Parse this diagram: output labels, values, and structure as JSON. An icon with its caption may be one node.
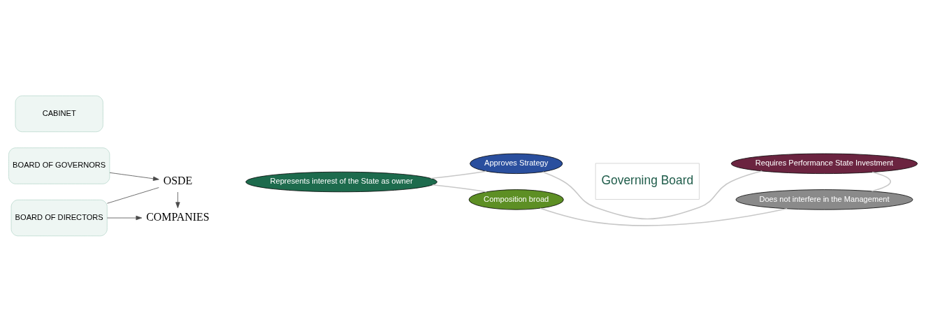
{
  "diagram": {
    "nodes": [
      {
        "text": [
          "CABINET"
        ]
      },
      {
        "text": [
          "BOARD OF GOVERNORS"
        ]
      },
      {
        "text": [
          "BOARD OF DIRECTORS"
        ]
      },
      {
        "text": [
          "OSDE"
        ]
      },
      {
        "text": [
          "COMPANIES"
        ]
      },
      {
        "text": [
          "Governing Board"
        ]
      },
      {
        "text": [
          "Approves Strategy"
        ]
      },
      {
        "text": [
          "Requires Performance State Investment"
        ]
      },
      {
        "text": [
          "Represents interest of the State as owner"
        ]
      },
      {
        "text": [
          "Does not interfere in the Management"
        ]
      },
      {
        "text": [
          "Composition broad"
        ]
      }
    ],
    "edges": [
      {
        "from": 1,
        "to": 3,
        "arrow": "to",
        "color": "#4a4a4a"
      },
      {
        "from": 3,
        "to": 4,
        "arrow": "to",
        "color": "#4a4a4a"
      },
      {
        "from": 2,
        "to": 3,
        "arrow": "none",
        "color": "#4a4a4a"
      },
      {
        "from": 2,
        "to": 4,
        "arrow": "to",
        "color": "#4a4a4a"
      },
      {
        "from": 6,
        "to": 7,
        "arrow": "none"
      },
      {
        "from": 7,
        "to": 9,
        "arrow": "none"
      },
      {
        "from": 9,
        "to": 10,
        "arrow": "none"
      },
      {
        "from": 10,
        "to": 8,
        "arrow": "none"
      },
      {
        "from": 8,
        "to": 6,
        "arrow": "none"
      }
    ]
  }
}
